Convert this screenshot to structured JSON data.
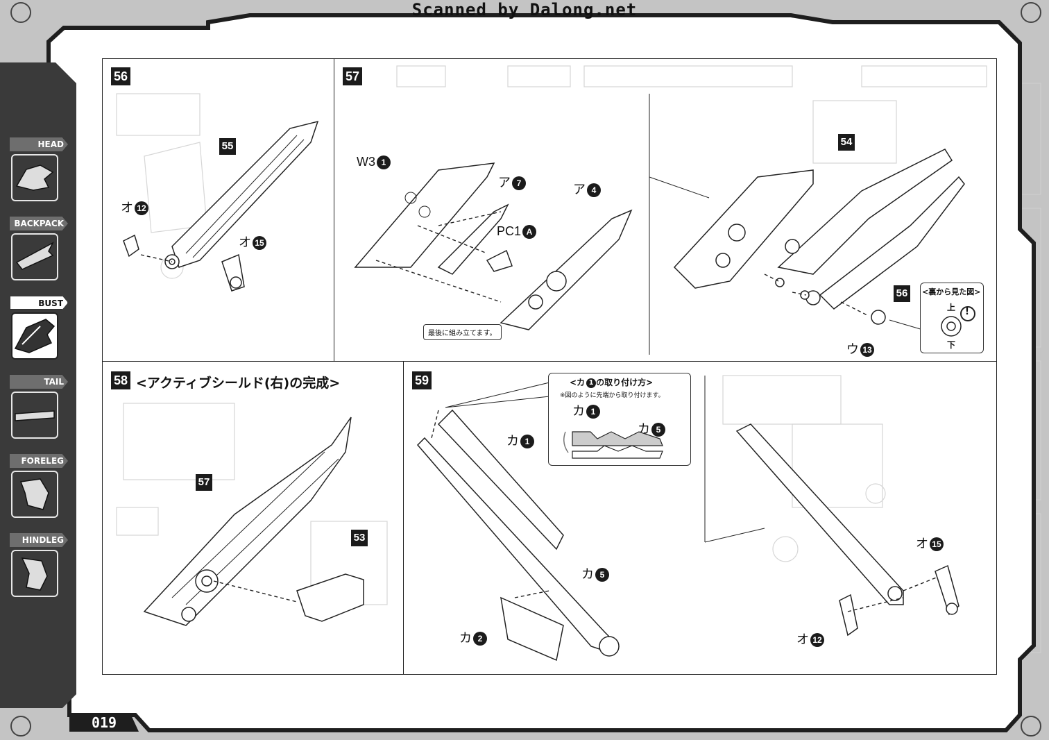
{
  "watermark": "Scanned by Dalong.net",
  "page_number": "019",
  "sidebar": {
    "tabs": [
      {
        "label": "HEAD",
        "icon": "head-parts-icon",
        "active": false
      },
      {
        "label": "BACKPACK",
        "icon": "backpack-parts-icon",
        "active": false
      },
      {
        "label": "BUST",
        "icon": "bust-parts-icon",
        "active": true
      },
      {
        "label": "TAIL",
        "icon": "tail-parts-icon",
        "active": false
      },
      {
        "label": "FORELEG",
        "icon": "foreleg-parts-icon",
        "active": false
      },
      {
        "label": "HINDLEG",
        "icon": "hindleg-parts-icon",
        "active": false
      }
    ]
  },
  "steps": {
    "s56": {
      "number": "56",
      "callouts": [
        {
          "text": "オ",
          "num": "12"
        },
        {
          "text": "オ",
          "num": "15"
        }
      ],
      "part_tag": "55"
    },
    "s57": {
      "number": "57",
      "callouts": [
        {
          "text": "W3",
          "num": "1"
        },
        {
          "text": "ア",
          "num": "7"
        },
        {
          "text": "ア",
          "num": "4"
        },
        {
          "text": "PC1",
          "num": "A"
        },
        {
          "text": "ウ",
          "num": "13"
        }
      ],
      "note": "最後に組み立てます。",
      "part_tags": [
        "54",
        "56"
      ],
      "inset": {
        "title": "<裏から見た図>",
        "top": "上",
        "bottom": "下"
      }
    },
    "s58": {
      "number": "58",
      "title": "<アクティブシールド(右)の完成>",
      "part_tags": [
        "57",
        "53"
      ]
    },
    "s59": {
      "number": "59",
      "callouts": [
        {
          "text": "カ",
          "num": "1"
        },
        {
          "text": "カ",
          "num": "5"
        },
        {
          "text": "カ",
          "num": "2"
        },
        {
          "text": "オ",
          "num": "15"
        },
        {
          "text": "オ",
          "num": "12"
        }
      ],
      "inset": {
        "title": "<カ",
        "title_num": "1",
        "title_suffix": "の取り付け方>",
        "note": "※図のように先端から取り付けます。",
        "labels": [
          {
            "text": "カ",
            "num": "1"
          },
          {
            "text": "カ",
            "num": "5"
          }
        ]
      }
    }
  },
  "colors": {
    "panel": "#ffffff",
    "frame": "#1b1b1b",
    "background": "#b8b8b8"
  }
}
